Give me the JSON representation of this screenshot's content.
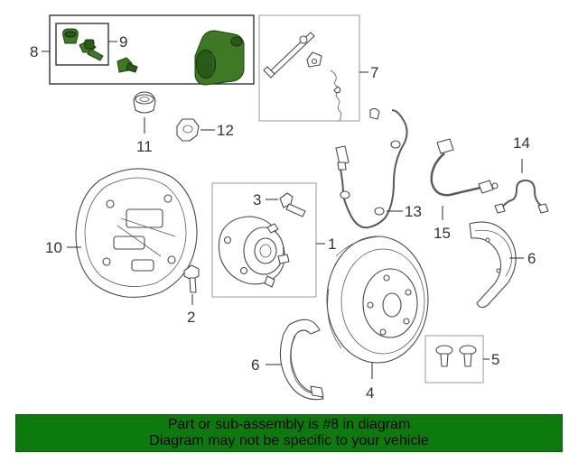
{
  "callouts": {
    "c1": "1",
    "c2": "2",
    "c3": "3",
    "c4": "4",
    "c5": "5",
    "c6a": "6",
    "c6b": "6",
    "c7": "7",
    "c8": "8",
    "c9": "9",
    "c10": "10",
    "c11": "11",
    "c12": "12",
    "c13": "13",
    "c14": "14",
    "c15": "15"
  },
  "banner": {
    "line1": "Part or sub-assembly is #8 in diagram",
    "line2": "Diagram may not be specific to your vehicle"
  },
  "colors": {
    "banner_bg": "#0d7a0d",
    "highlight": "#3c7a24"
  }
}
